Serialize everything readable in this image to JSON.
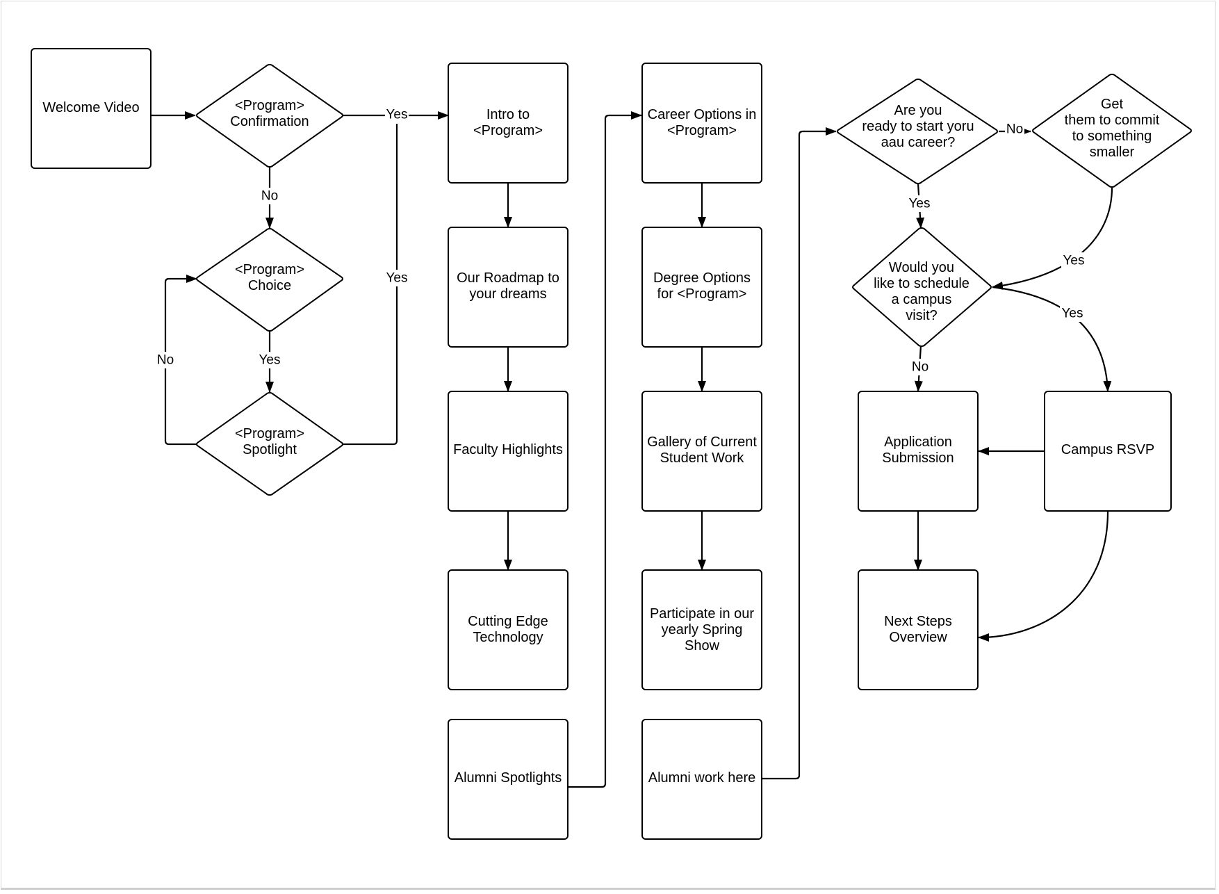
{
  "nodes": {
    "welcome_video": "Welcome Video",
    "program_confirmation": [
      "<Program>",
      "Confirmation"
    ],
    "program_choice": [
      "<Program>",
      "Choice"
    ],
    "program_spotlight": [
      "<Program>",
      "Spotlight"
    ],
    "intro_to_program": [
      "Intro to",
      "<Program>"
    ],
    "our_roadmap": [
      "Our Roadmap to",
      "your dreams"
    ],
    "faculty_highlights": "Faculty Highlights",
    "cutting_edge": [
      "Cutting Edge",
      "Technology"
    ],
    "alumni_spotlights": "Alumni Spotlights",
    "career_options": [
      "Career Options in",
      "<Program>"
    ],
    "degree_options": [
      "Degree Options",
      "for <Program>"
    ],
    "gallery": [
      "Gallery of Current",
      "Student Work"
    ],
    "spring_show": [
      "Participate in our",
      "yearly Spring",
      "Show"
    ],
    "alumni_work": "Alumni work here",
    "ready_to_start": [
      "Are you",
      "ready to start yoru",
      "aau career?"
    ],
    "commit_smaller": [
      "Get",
      "them to commit",
      "to something",
      "smaller"
    ],
    "schedule_visit": [
      "Would you",
      "like to schedule",
      "a campus",
      "visit?"
    ],
    "application_submission": [
      "Application",
      "Submission"
    ],
    "campus_rsvp": "Campus RSVP",
    "next_steps": [
      "Next Steps",
      "Overview"
    ]
  },
  "edge_labels": {
    "confirmation_yes": "Yes",
    "confirmation_no": "No",
    "choice_yes": "Yes",
    "spotlight_no": "No",
    "spotlight_yes": "Yes",
    "ready_no": "No",
    "ready_yes": "Yes",
    "commit_yes": "Yes",
    "visit_yes": "Yes",
    "visit_no": "No"
  }
}
